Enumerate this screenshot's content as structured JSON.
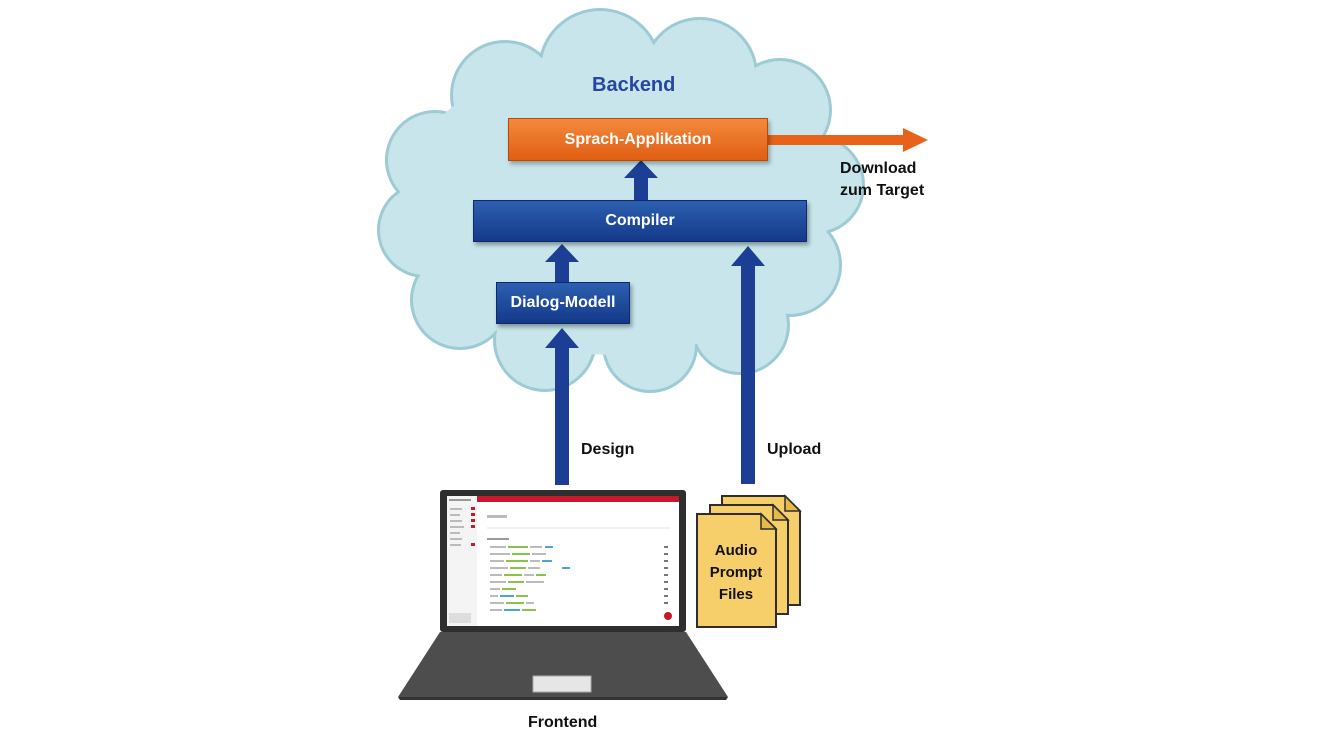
{
  "backend": {
    "title": "Backend"
  },
  "boxes": {
    "sprach_applikation": "Sprach-Applikation",
    "compiler": "Compiler",
    "dialog_modell": "Dialog-Modell"
  },
  "labels": {
    "download_line1": "Download",
    "download_line2": "zum Target",
    "design": "Design",
    "upload": "Upload",
    "frontend": "Frontend"
  },
  "files": {
    "line1": "Audio",
    "line2": "Prompt",
    "line3": "Files"
  },
  "colors": {
    "cloud_fill": "#bfe0e6",
    "arrow_blue": "#1c3f95",
    "arrow_orange": "#e8621a",
    "box_blue": "#1e4a9c",
    "box_orange": "#ef7424",
    "file_yellow": "#f7cf6a",
    "laptop_gray": "#4d4d4d",
    "frontend_app_red": "#c8192c"
  }
}
